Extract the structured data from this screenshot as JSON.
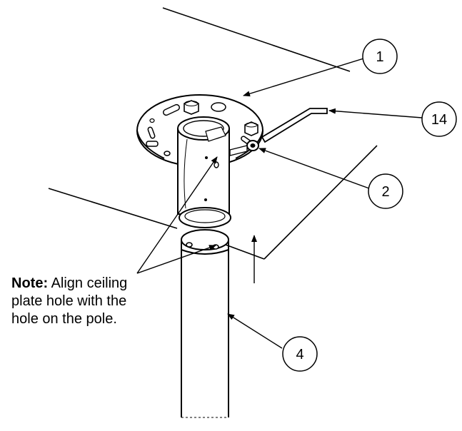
{
  "callouts": [
    {
      "id": "callout-1",
      "label": "1"
    },
    {
      "id": "callout-14",
      "label": "14"
    },
    {
      "id": "callout-2",
      "label": "2"
    },
    {
      "id": "callout-4",
      "label": "4"
    }
  ],
  "note": {
    "heading": "Note:",
    "lines": [
      "Align ceiling",
      "plate hole with the",
      "hole on the pole."
    ]
  }
}
